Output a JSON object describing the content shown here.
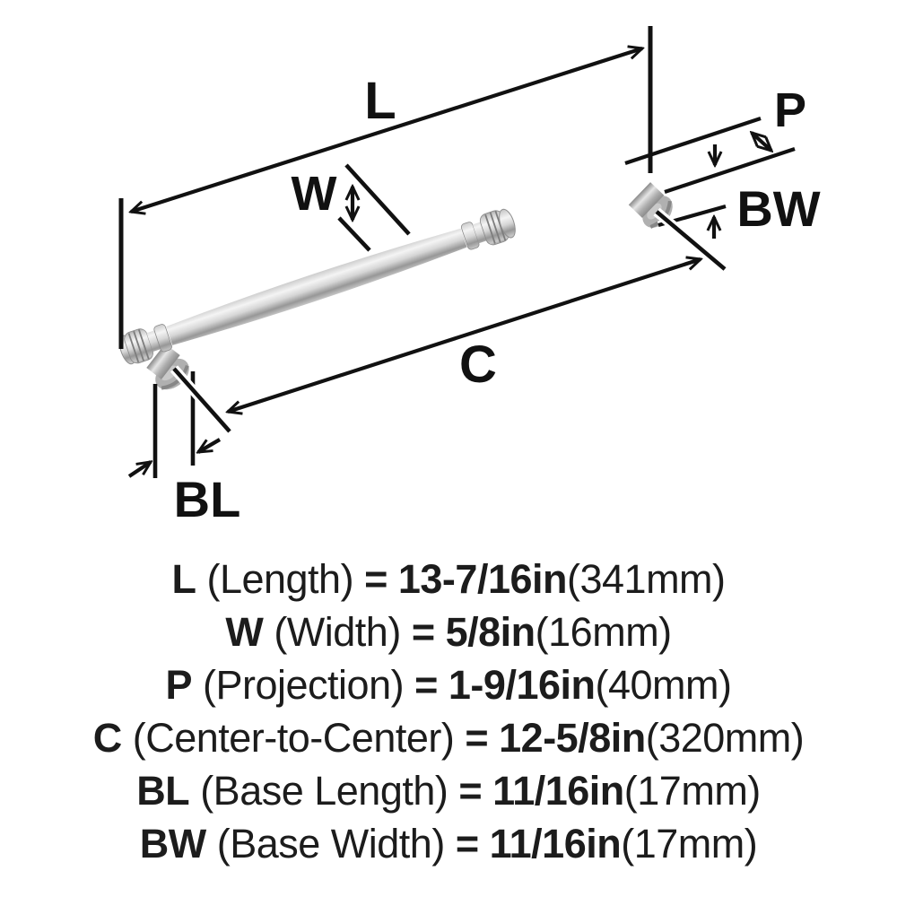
{
  "diagram": {
    "labels": {
      "length": "L",
      "width": "W",
      "projection": "P",
      "center_to_center": "C",
      "base_length": "BL",
      "base_width": "BW"
    }
  },
  "specs": {
    "rows": [
      {
        "code": "L",
        "name": " (Length) ",
        "eq": "= ",
        "value": "13-7/16in",
        "metric": "(341mm)"
      },
      {
        "code": "W",
        "name": " (Width) ",
        "eq": "= ",
        "value": "5/8in",
        "metric": "(16mm)"
      },
      {
        "code": "P",
        "name": " (Projection) ",
        "eq": "= ",
        "value": "1-9/16in",
        "metric": "(40mm)"
      },
      {
        "code": "C",
        "name": " (Center-to-Center) ",
        "eq": "= ",
        "value": "12-5/8in",
        "metric": "(320mm)"
      },
      {
        "code": "BL",
        "name": " (Base Length) ",
        "eq": "= ",
        "value": "11/16in",
        "metric": "(17mm)"
      },
      {
        "code": "BW",
        "name": " (Base Width) ",
        "eq": "= ",
        "value": "11/16in",
        "metric": "(17mm)"
      }
    ]
  },
  "colors": {
    "ink": "#111111",
    "metal_light": "#f4f4f4",
    "metal_dark": "#858585",
    "flange_gray": "#b0b0b0",
    "background": "#ffffff"
  }
}
